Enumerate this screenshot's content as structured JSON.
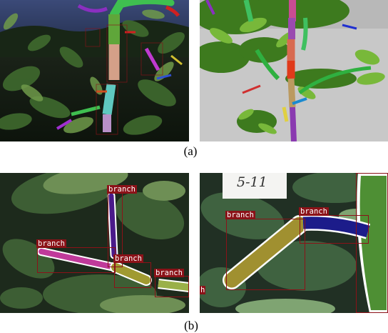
{
  "figure": {
    "caption_a": "(a)",
    "caption_b": "(b)"
  },
  "panel_b_left": {
    "labels": [
      "branch",
      "branch",
      "branch",
      "branch"
    ]
  },
  "panel_b_right": {
    "sign_text": "5-11",
    "labels": [
      "branch",
      "branch",
      "h"
    ]
  }
}
